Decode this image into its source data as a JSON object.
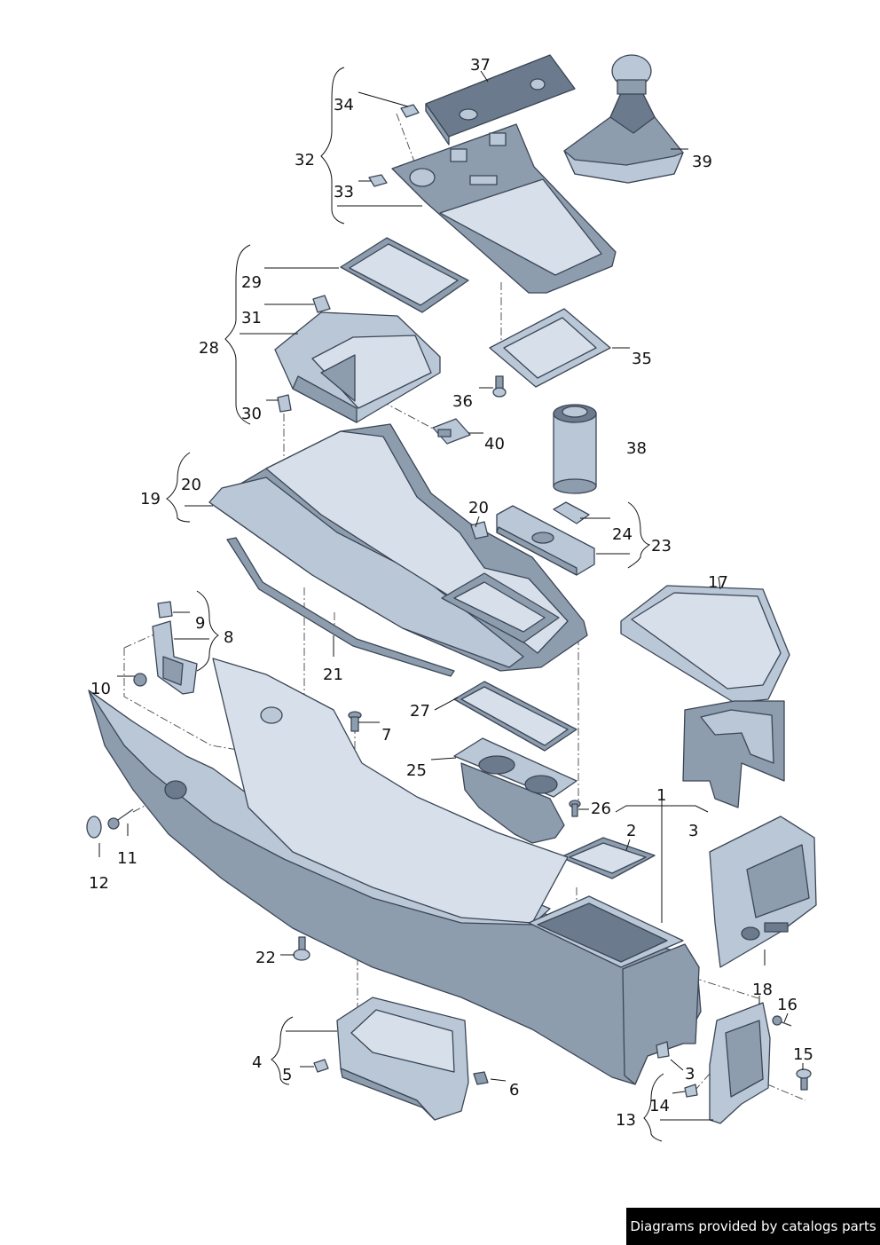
{
  "callouts": {
    "c1": "1",
    "c2": "2",
    "c3a": "3",
    "c3b": "3",
    "c4": "4",
    "c5": "5",
    "c6": "6",
    "c7": "7",
    "c8": "8",
    "c9": "9",
    "c10": "10",
    "c11": "11",
    "c12": "12",
    "c13": "13",
    "c14": "14",
    "c15": "15",
    "c16": "16",
    "c17": "17",
    "c18": "18",
    "c19": "19",
    "c20a": "20",
    "c20b": "20",
    "c21": "21",
    "c22": "22",
    "c23": "23",
    "c24": "24",
    "c25": "25",
    "c26": "26",
    "c27": "27",
    "c28": "28",
    "c29": "29",
    "c30": "30",
    "c31": "31",
    "c32": "32",
    "c33": "33",
    "c34": "34",
    "c35": "35",
    "c36": "36",
    "c37": "37",
    "c38": "38",
    "c39": "39",
    "c40": "40"
  },
  "footer": {
    "credit": "Diagrams provided by catalogs parts"
  },
  "colors": {
    "part_light": "#d7e0ea",
    "part_mid": "#b9c7d6",
    "part_dark": "#8d9dae",
    "outline": "#3b4656",
    "footer_bg": "#000000"
  }
}
